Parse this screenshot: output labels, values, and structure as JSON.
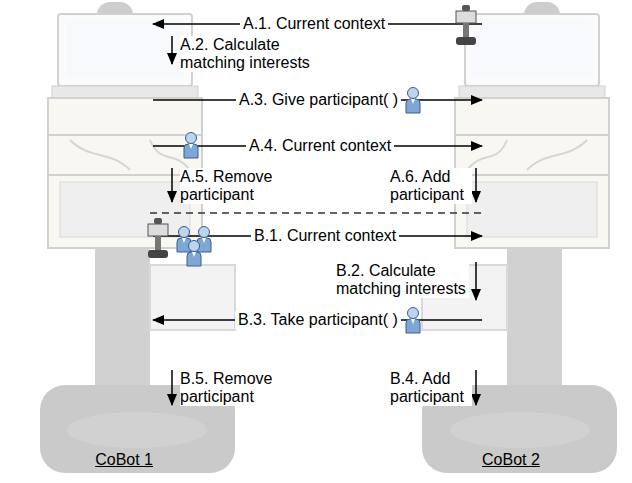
{
  "diagram": {
    "nodes": [
      {
        "text": [
          "CoBot 1"
        ]
      },
      {
        "text": [
          "CoBot 2"
        ]
      }
    ],
    "edges": [
      {
        "from": 1,
        "to": 0,
        "arrow": "to",
        "label": "A.1. Current context"
      },
      {
        "from": 0,
        "to": 1,
        "arrow": "to",
        "label": "A.3. Give participant( )"
      },
      {
        "from": 0,
        "to": 1,
        "arrow": "to",
        "label": "A.4. Current context"
      },
      {
        "from": 0,
        "to": 1,
        "arrow": "to",
        "label": "B.1. Current context"
      },
      {
        "from": 1,
        "to": 0,
        "arrow": "to",
        "label": "B.3. Take participant( )"
      }
    ],
    "labels": [
      "A.2. Calculate matching interests",
      "A.5. Remove participant",
      "A.6. Add participant",
      "B.2. Calculate matching interests",
      "B.4. Add participant",
      "B.5. Remove participant"
    ]
  }
}
